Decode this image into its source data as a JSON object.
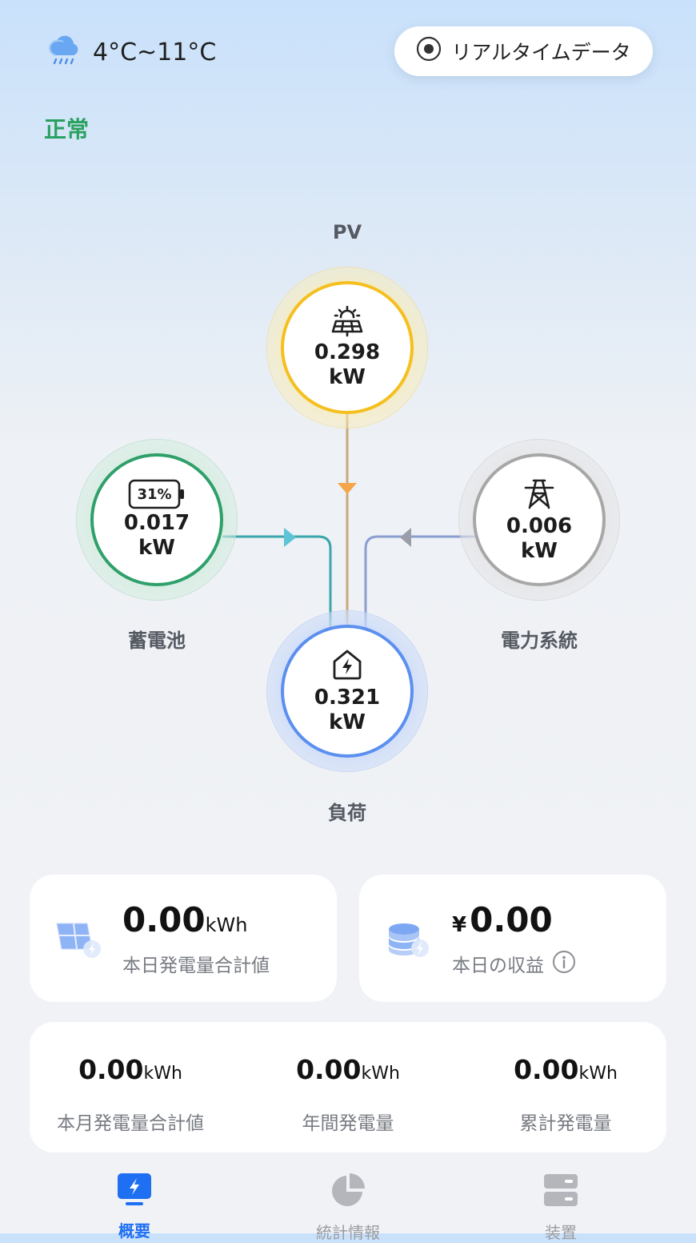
{
  "header": {
    "weather_icon": "cloud-rain-icon",
    "temperature_range": "4°C~11°C",
    "realtime_button_label": "リアルタイムデータ"
  },
  "status": {
    "text": "正常",
    "color": "#2aa160"
  },
  "flow": {
    "pv": {
      "label": "PV",
      "value": "0.298",
      "unit": "kW",
      "icon": "solar-panel-icon",
      "color": "#f5bf1d"
    },
    "battery": {
      "label": "蓄電池",
      "value": "0.017",
      "unit": "kW",
      "percent": "31%",
      "icon": "battery-icon",
      "color": "#2fa06a"
    },
    "grid": {
      "label": "電力系統",
      "value": "0.006",
      "unit": "kW",
      "icon": "power-tower-icon",
      "color": "#a7a7a7"
    },
    "load": {
      "label": "負荷",
      "value": "0.321",
      "unit": "kW",
      "icon": "home-power-icon",
      "color": "#5b8ff0"
    }
  },
  "summary": {
    "today_generation": {
      "value": "0.00",
      "unit": "kWh",
      "label": "本日発電量合計値",
      "icon": "solar-panel-card-icon"
    },
    "today_revenue": {
      "currency": "¥",
      "value": "0.00",
      "label": "本日の収益",
      "icon": "coins-stack-icon",
      "info_icon": "info-icon"
    }
  },
  "stats": [
    {
      "value": "0.00",
      "unit": "kWh",
      "label": "本月発電量合計値"
    },
    {
      "value": "0.00",
      "unit": "kWh",
      "label": "年間発電量"
    },
    {
      "value": "0.00",
      "unit": "kWh",
      "label": "累計発電量"
    }
  ],
  "nav": [
    {
      "label": "概要",
      "icon": "overview-icon",
      "active": true
    },
    {
      "label": "統計情報",
      "icon": "pie-chart-icon",
      "active": false
    },
    {
      "label": "装置",
      "icon": "device-icon",
      "active": false
    }
  ],
  "colors": {
    "accent": "#1f6ff2",
    "inactive": "#b4b6bb"
  }
}
